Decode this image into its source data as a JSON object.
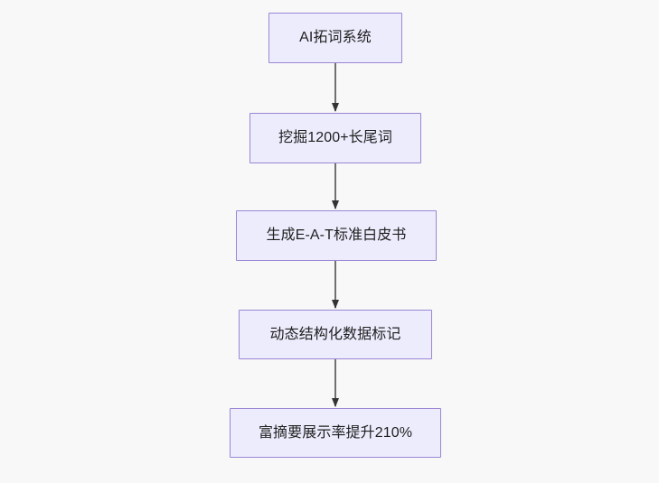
{
  "diagram": {
    "type": "flowchart",
    "orientation": "top-to-bottom",
    "background_color": "#f8f8f8",
    "node_fill_color": "#ececfd",
    "node_border_color": "#9a86d4",
    "node_text_color": "#1f1f1f",
    "edge_color": "#707070",
    "arrowhead_color": "#333333",
    "nodes": [
      {
        "id": "n1",
        "label": "AI拓词系统"
      },
      {
        "id": "n2",
        "label": "挖掘1200+长尾词"
      },
      {
        "id": "n3",
        "label": "生成E-A-T标准白皮书"
      },
      {
        "id": "n4",
        "label": "动态结构化数据标记"
      },
      {
        "id": "n5",
        "label": "富摘要展示率提升210%"
      }
    ],
    "edges": [
      {
        "from": "n1",
        "to": "n2",
        "label": ""
      },
      {
        "from": "n2",
        "to": "n3",
        "label": ""
      },
      {
        "from": "n3",
        "to": "n4",
        "label": ""
      },
      {
        "from": "n4",
        "to": "n5",
        "label": ""
      }
    ]
  }
}
